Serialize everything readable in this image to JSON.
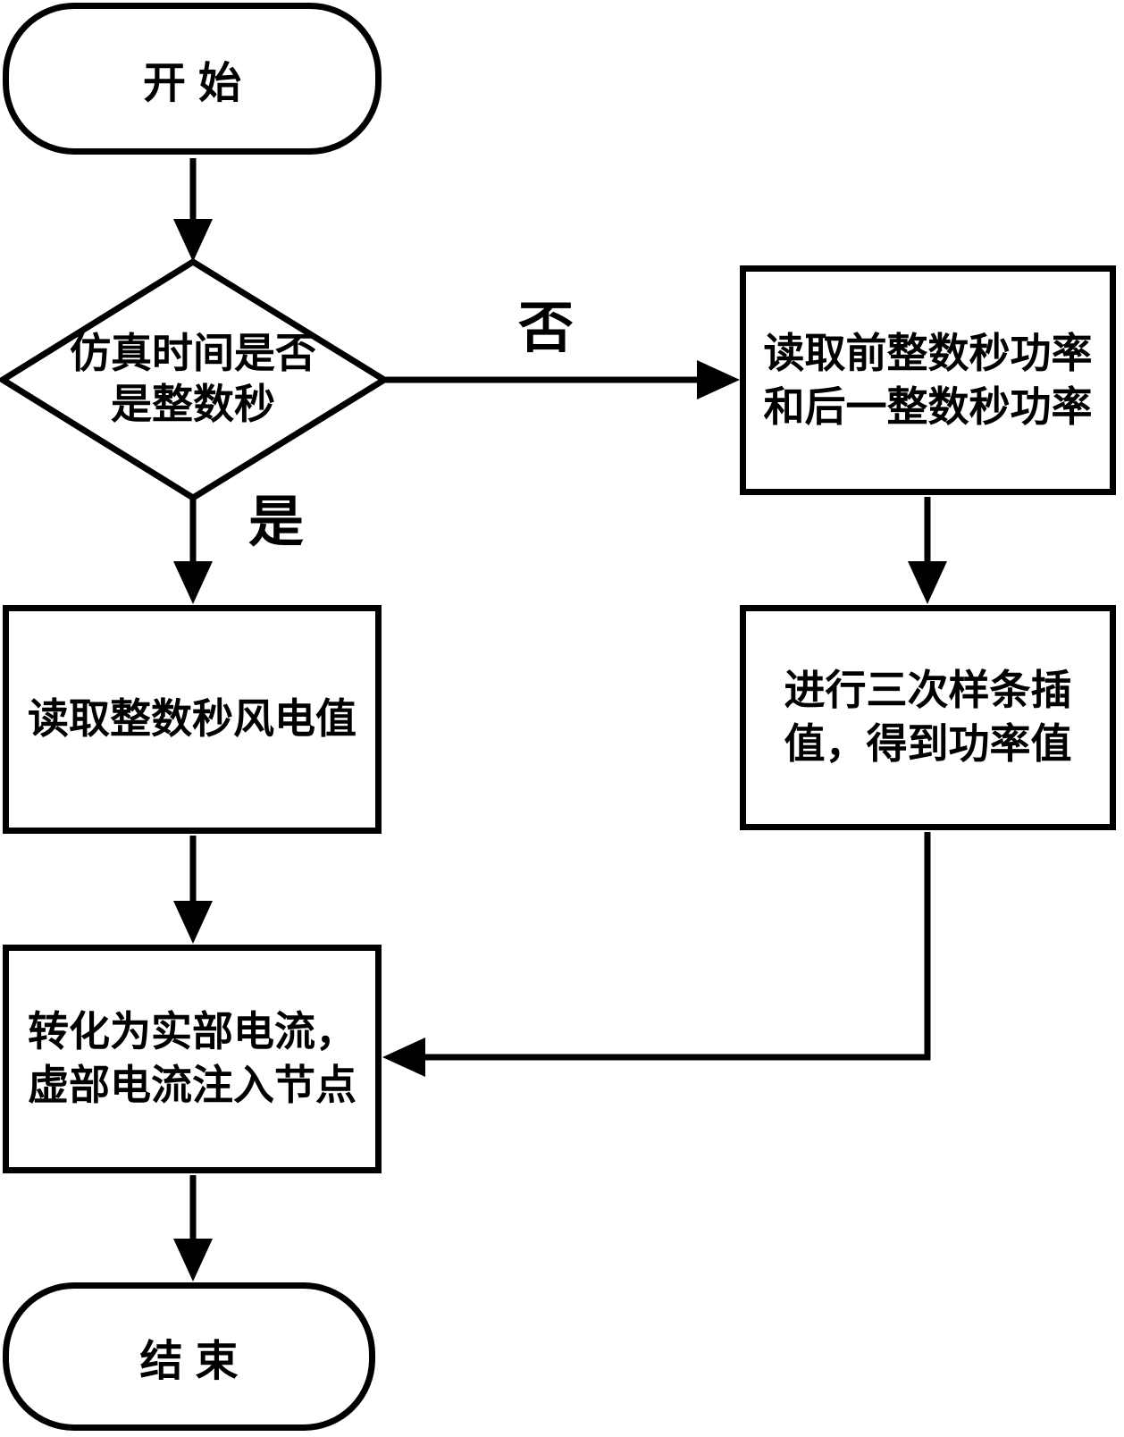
{
  "figure": {
    "type": "flowchart",
    "background": "#ffffff",
    "ink": "#000000"
  },
  "nodes": {
    "start": {
      "shape": "terminal",
      "label": "开始"
    },
    "decision": {
      "shape": "decision",
      "lines": [
        "仿真时间是否",
        "是整数秒"
      ]
    },
    "read_prev_next_power": {
      "shape": "process",
      "lines": [
        "读取前整数秒功率",
        "和后一整数秒功率"
      ]
    },
    "cubic_spline_interp": {
      "shape": "process",
      "lines": [
        "进行三次样条插",
        "值，得到功率值"
      ]
    },
    "read_wind_value": {
      "shape": "process",
      "lines": [
        "读取整数秒风电值"
      ]
    },
    "convert_to_current": {
      "shape": "process",
      "lines": [
        "转化为实部电流，",
        "虚部电流注入节点"
      ]
    },
    "end": {
      "shape": "terminal",
      "label": "结束"
    }
  },
  "edges": {
    "decision_no": {
      "label": "否"
    },
    "decision_yes": {
      "label": "是"
    }
  }
}
